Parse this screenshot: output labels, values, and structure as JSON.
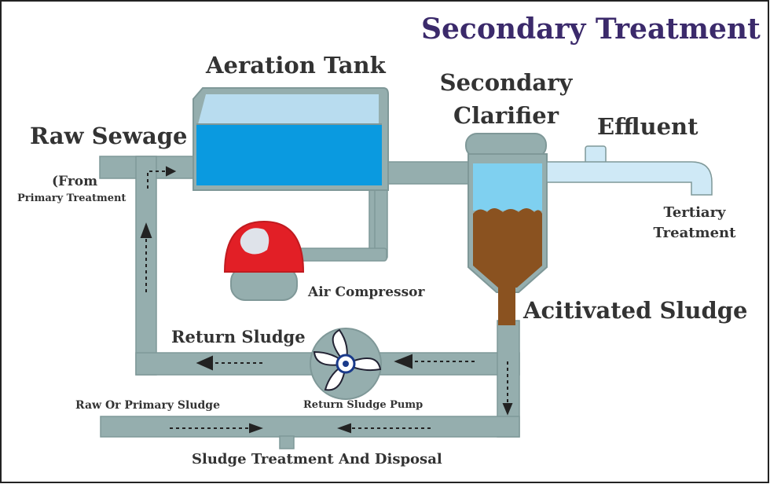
{
  "title": "Secondary Treatment",
  "labels": {
    "aeration_tank": "Aeration Tank",
    "secondary_clarifier_line1": "Secondary",
    "secondary_clarifier_line2": "Clarifier",
    "effluent": "Effluent",
    "raw_sewage": "Raw Sewage",
    "from_line1": "(From",
    "from_line2": "Primary Treatment",
    "tertiary_line1": "Tertiary",
    "tertiary_line2": "Treatment",
    "air_compressor": "Air Compressor",
    "activated_sludge": "Acitivated Sludge",
    "return_sludge": "Return Sludge",
    "return_sludge_pump": "Return Sludge  Pump",
    "raw_or_primary_sludge": "Raw Or Primary Sludge",
    "sludge_treatment": "Sludge Treatment And Disposal"
  },
  "colors": {
    "pipe": "#95aeae",
    "pipe_dark": "#7f9898",
    "tank_water": "#0a9ae0",
    "tank_top": "#b8dcef",
    "clarifier_water": "#7fd0f0",
    "sludge": "#8a5220",
    "compressor_red": "#e21f26",
    "effluent_pipe": "#cfe9f6",
    "title": "#3b2a6b"
  },
  "icons": [
    "flow-arrow-icon",
    "pump-impeller-icon",
    "air-compressor-icon",
    "tap-outlet-icon"
  ]
}
